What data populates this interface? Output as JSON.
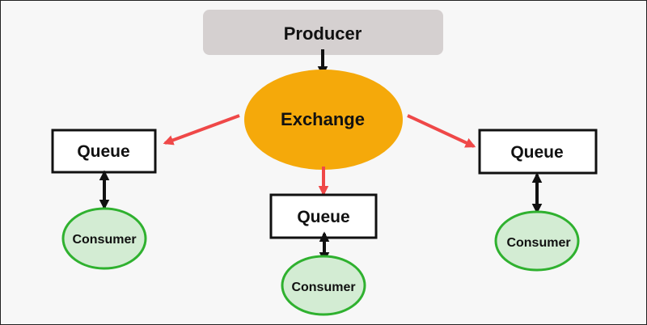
{
  "diagram": {
    "producer": {
      "label": "Producer"
    },
    "exchange": {
      "label": "Exchange"
    },
    "queues": [
      {
        "label": "Queue"
      },
      {
        "label": "Queue"
      },
      {
        "label": "Queue"
      }
    ],
    "consumers": [
      {
        "label": "Consumer"
      },
      {
        "label": "Consumer"
      },
      {
        "label": "Consumer"
      }
    ]
  },
  "colors": {
    "producer_fill": "#d5d0d0",
    "exchange_fill": "#f5a90a",
    "queue_fill": "#ffffff",
    "queue_border": "#111111",
    "consumer_fill": "#d3ecd3",
    "consumer_border": "#2fb12f",
    "routing_arrow": "#ef4848",
    "flow_arrow": "#111111"
  }
}
